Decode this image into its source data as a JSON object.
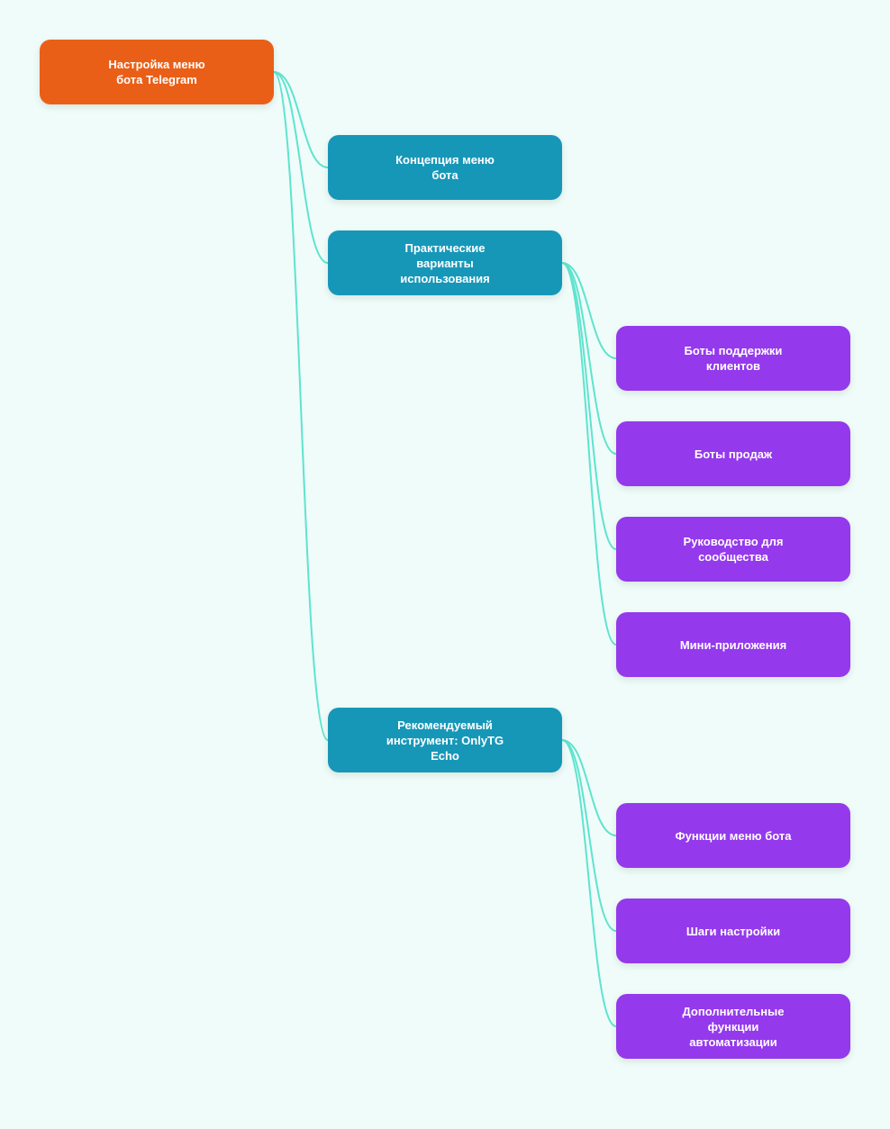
{
  "colors": {
    "background": "#effcf9",
    "root": "#ea5f17",
    "level1": "#1797b8",
    "level2": "#9439ec",
    "connector": "#5fe3cf"
  },
  "root": {
    "label": "Настройка меню\nбота Telegram"
  },
  "branches": [
    {
      "label": "Концепция меню\nбота",
      "children": []
    },
    {
      "label": "Практические\nварианты\nиспользования",
      "children": [
        {
          "label": "Боты поддержки\nклиентов"
        },
        {
          "label": "Боты продаж"
        },
        {
          "label": "Руководство для\nсообщества"
        },
        {
          "label": "Мини-приложения"
        }
      ]
    },
    {
      "label": "Рекомендуемый\nинструмент: OnlyTG\nEcho",
      "children": [
        {
          "label": "Функции меню бота"
        },
        {
          "label": "Шаги настройки"
        },
        {
          "label": "Дополнительные\nфункции\nавтоматизации"
        }
      ]
    }
  ]
}
